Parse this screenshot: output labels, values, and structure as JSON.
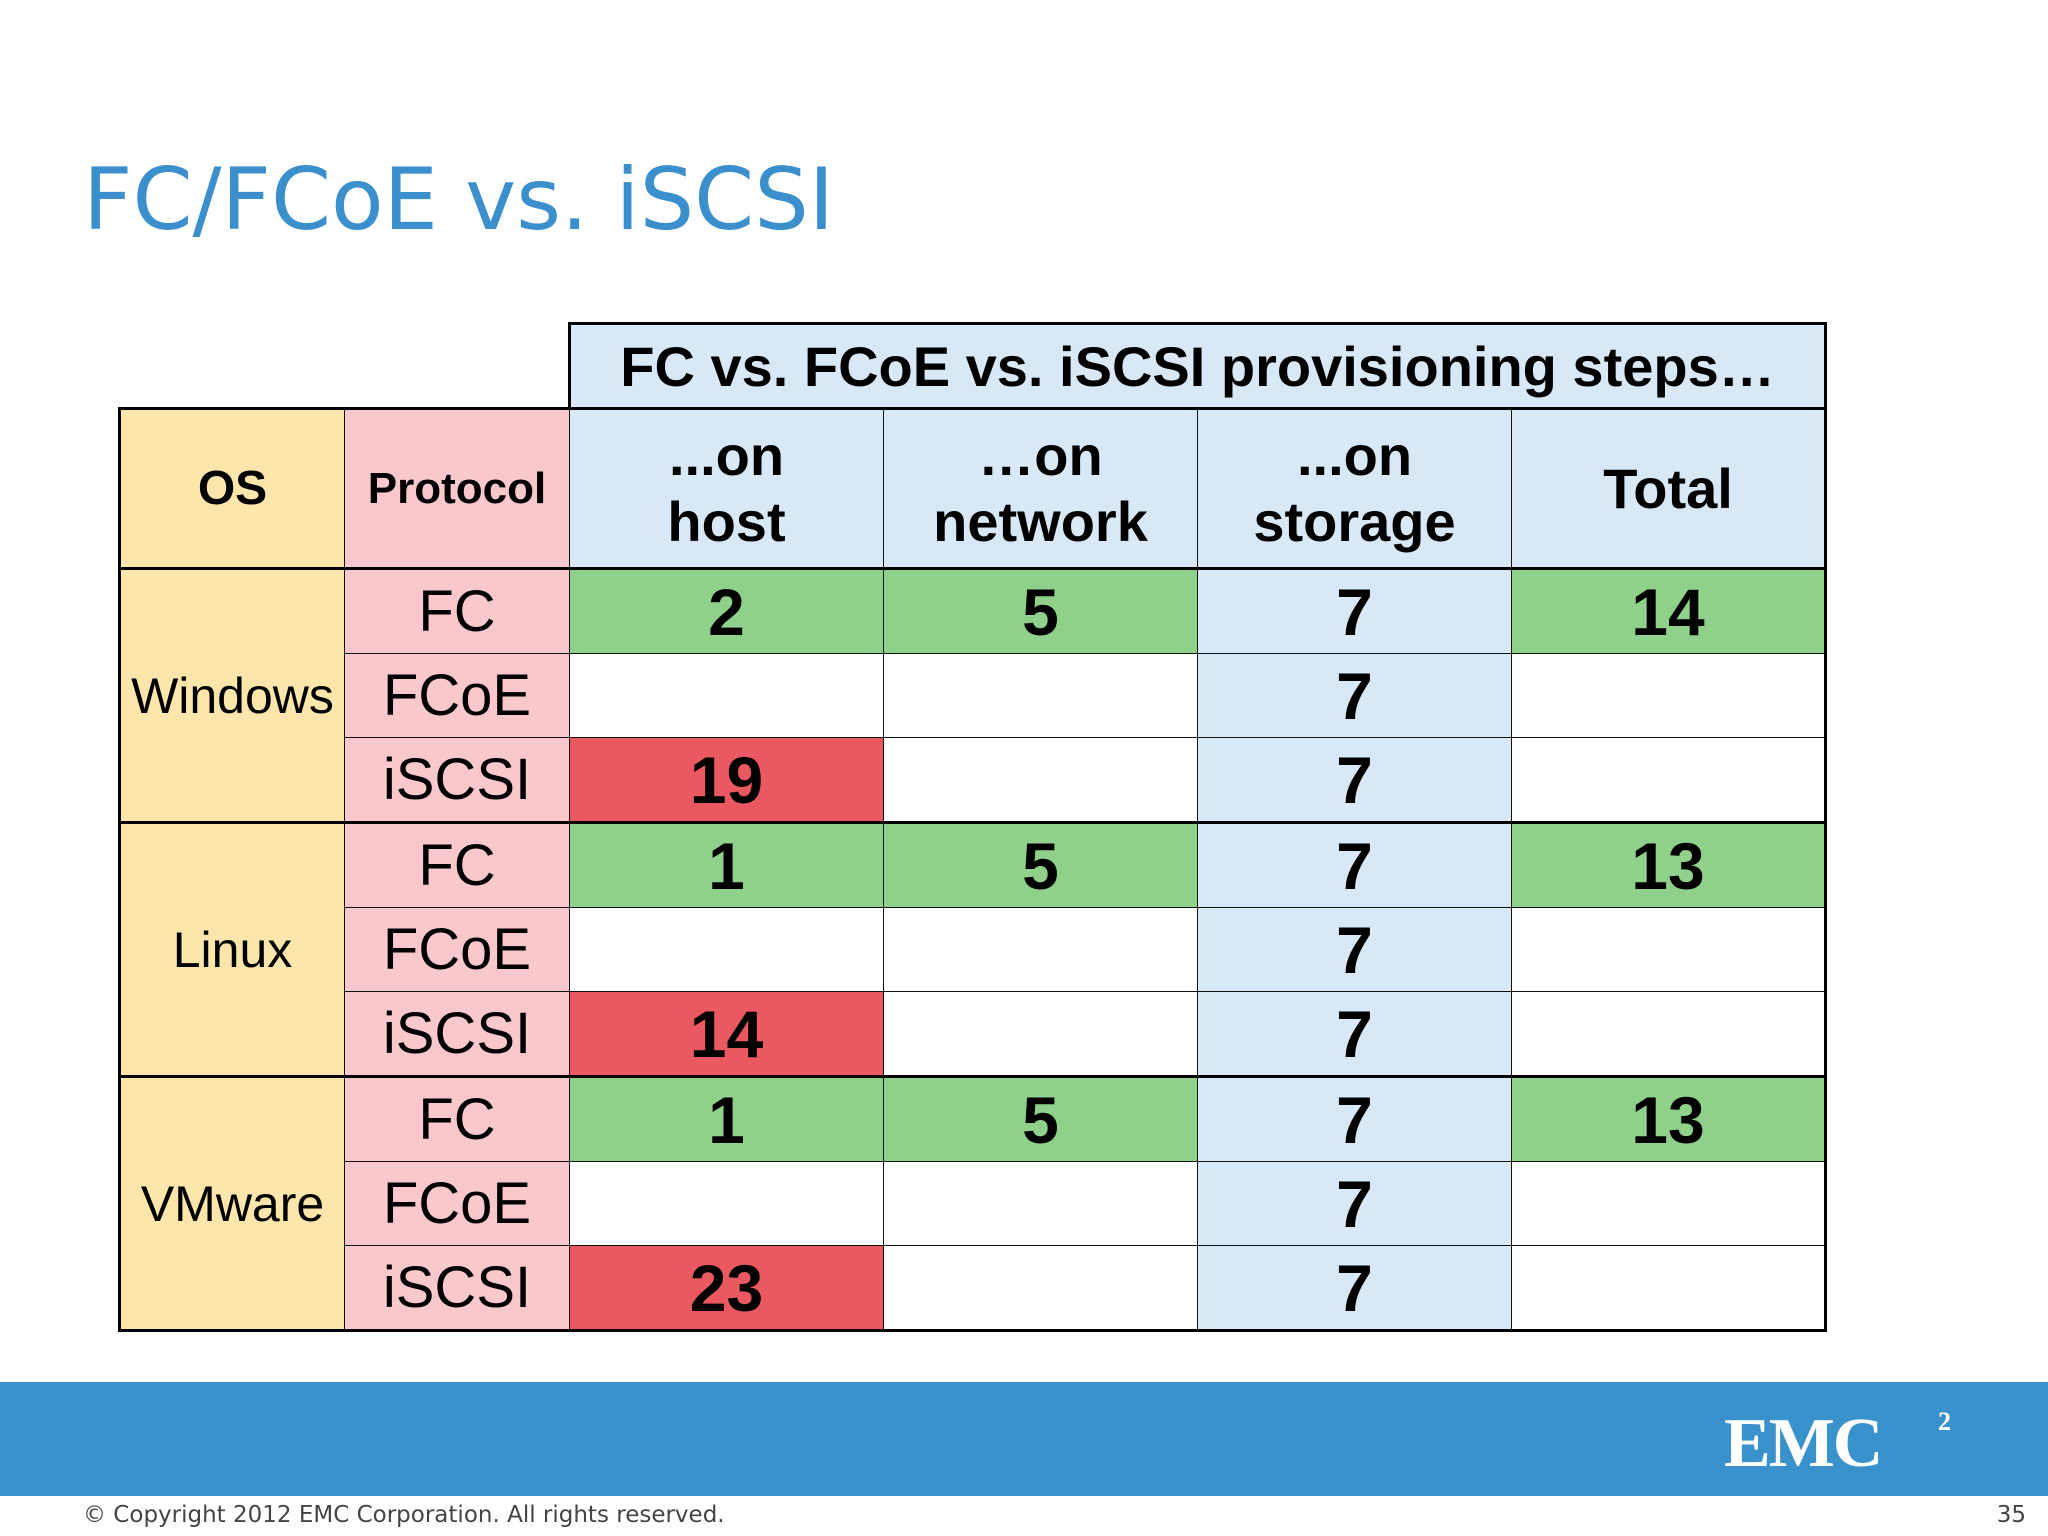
{
  "slide": {
    "title": "FC/FCoE vs. iSCSI",
    "copyright": "© Copyright 2012 EMC Corporation. All rights reserved.",
    "page_number": "35",
    "logo_text": "EMC",
    "logo_superscript": "2",
    "colors": {
      "title": "#3a8fcc",
      "footer_bar": "#3a92cc",
      "os_column": "#fde6ab",
      "protocol_column": "#f8c8cc",
      "header_and_storage": "#d9e8f6",
      "green_cell": "#8fd18b",
      "red_cell": "#ea5860"
    }
  },
  "table": {
    "super_header": "FC vs. FCoE vs. iSCSI provisioning steps…",
    "headers": {
      "os": "OS",
      "protocol": "Protocol",
      "host": [
        "...on",
        "host"
      ],
      "network": [
        "…on",
        "network"
      ],
      "storage": [
        "...on",
        "storage"
      ],
      "total": "Total"
    },
    "groups": [
      {
        "os": "Windows",
        "rows": [
          {
            "protocol": "FC",
            "host": "2",
            "network": "5",
            "storage": "7",
            "total": "14"
          },
          {
            "protocol": "FCoE",
            "host": "",
            "network": "",
            "storage": "7",
            "total": ""
          },
          {
            "protocol": "iSCSI",
            "host": "19",
            "network": "",
            "storage": "7",
            "total": ""
          }
        ]
      },
      {
        "os": "Linux",
        "rows": [
          {
            "protocol": "FC",
            "host": "1",
            "network": "5",
            "storage": "7",
            "total": "13"
          },
          {
            "protocol": "FCoE",
            "host": "",
            "network": "",
            "storage": "7",
            "total": ""
          },
          {
            "protocol": "iSCSI",
            "host": "14",
            "network": "",
            "storage": "7",
            "total": ""
          }
        ]
      },
      {
        "os": "VMware",
        "rows": [
          {
            "protocol": "FC",
            "host": "1",
            "network": "5",
            "storage": "7",
            "total": "13"
          },
          {
            "protocol": "FCoE",
            "host": "",
            "network": "",
            "storage": "7",
            "total": ""
          },
          {
            "protocol": "iSCSI",
            "host": "23",
            "network": "",
            "storage": "7",
            "total": ""
          }
        ]
      }
    ]
  }
}
